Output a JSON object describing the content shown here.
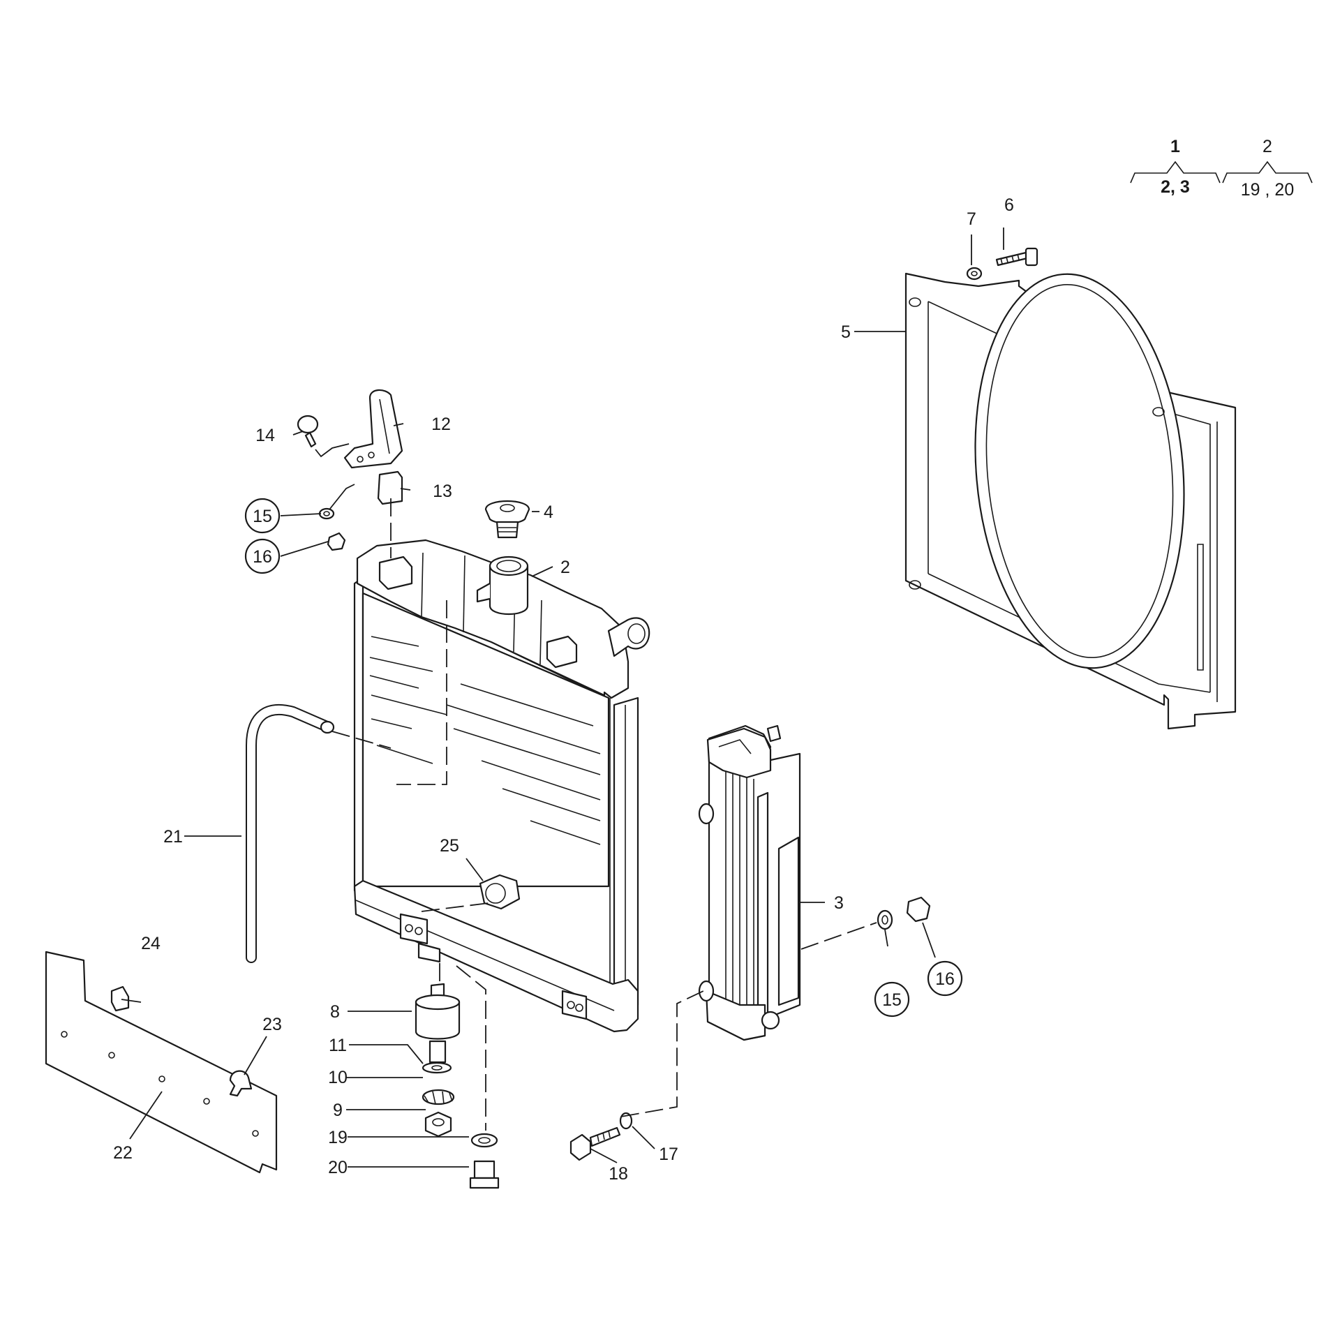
{
  "legend": {
    "group1": {
      "parent": "1",
      "children": "2, 3"
    },
    "group2": {
      "parent": "2",
      "children": "19 , 20"
    }
  },
  "callouts": {
    "p2": "2",
    "p3": "3",
    "p4": "4",
    "p5": "5",
    "p6": "6",
    "p7": "7",
    "p8": "8",
    "p9": "9",
    "p10": "10",
    "p11": "11",
    "p12": "12",
    "p13": "13",
    "p14": "14",
    "p15a": "15",
    "p15b": "15",
    "p16a": "16",
    "p16b": "16",
    "p17": "17",
    "p18": "18",
    "p19": "19",
    "p20": "20",
    "p21": "21",
    "p22": "22",
    "p23": "23",
    "p24": "24",
    "p25": "25"
  }
}
